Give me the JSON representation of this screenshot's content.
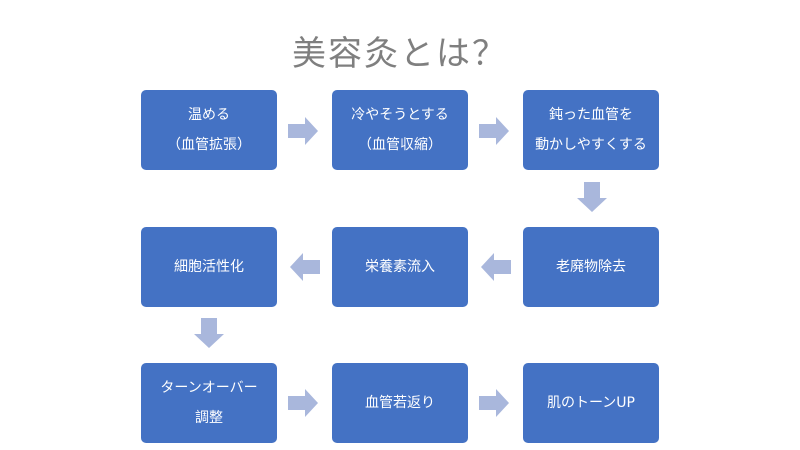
{
  "title": "美容灸とは？",
  "colors": {
    "box": "#4472c4",
    "arrow": "#a9b7dc",
    "title": "#7f7f7f"
  },
  "steps": [
    {
      "lines": [
        "温める",
        "（血管拡張）"
      ]
    },
    {
      "lines": [
        "冷やそうとする",
        "（血管収縮）"
      ]
    },
    {
      "lines": [
        "鈍った血管",
        "を",
        "動かしやすくする"
      ]
    },
    {
      "lines": [
        "老廃物除去"
      ]
    },
    {
      "lines": [
        "栄養素流入"
      ]
    },
    {
      "lines": [
        "細胞活性化"
      ]
    },
    {
      "lines": [
        "ターンオーバー",
        "調整"
      ]
    },
    {
      "lines": [
        "血管若返り"
      ]
    },
    {
      "lines": [
        "肌のトーンUP"
      ]
    }
  ]
}
